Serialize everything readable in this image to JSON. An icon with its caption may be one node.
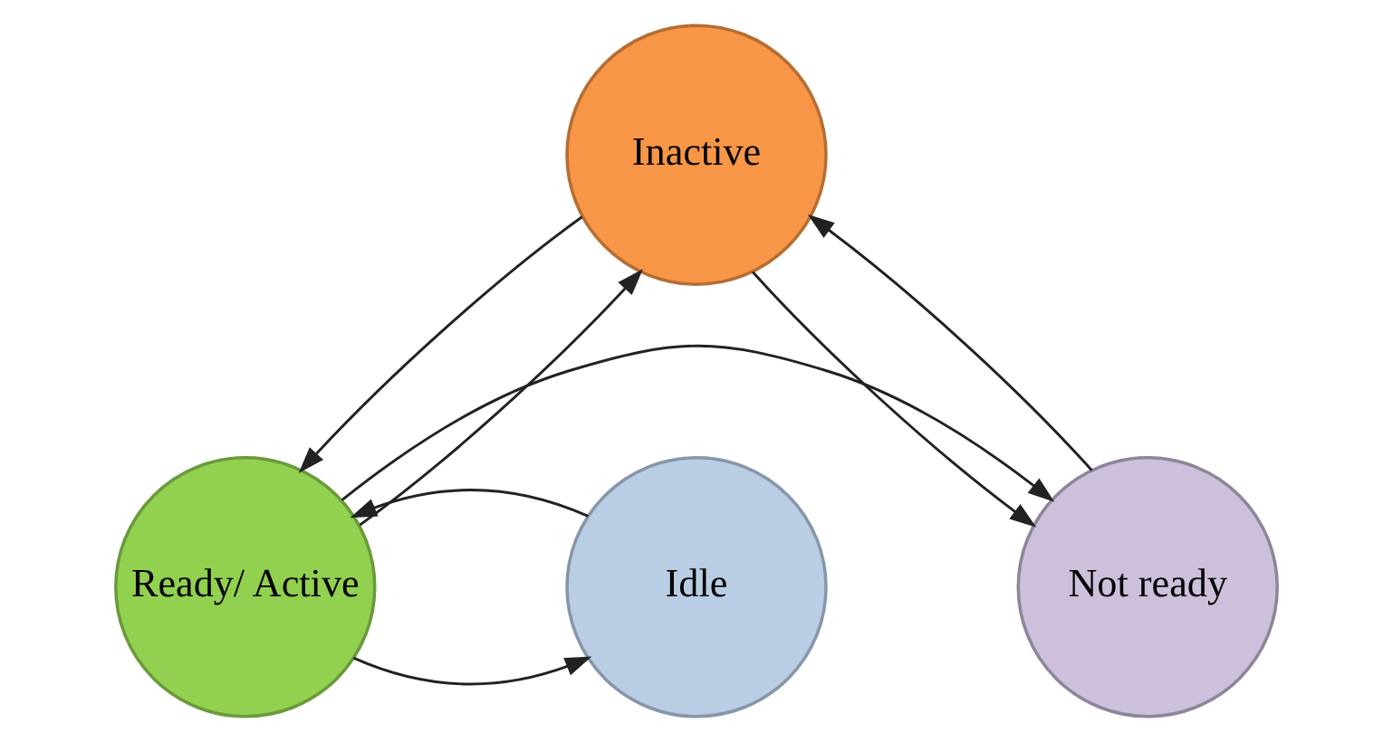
{
  "diagram": {
    "nodes": [
      {
        "text": [
          "Inactive"
        ]
      },
      {
        "text": [
          "Not ready"
        ]
      },
      {
        "text": [
          "Ready/ Active"
        ]
      },
      {
        "text": [
          "Idle"
        ]
      }
    ],
    "edges": [
      {
        "from": 0,
        "to": 1,
        "arrow": "to"
      },
      {
        "from": 1,
        "to": 0,
        "arrow": "to"
      },
      {
        "from": 2,
        "to": 0,
        "arrow": "to"
      },
      {
        "from": 0,
        "to": 2,
        "arrow": "to"
      },
      {
        "from": 2,
        "to": 1,
        "arrow": "to"
      },
      {
        "from": 2,
        "to": 3,
        "arrow": "to"
      },
      {
        "from": 3,
        "to": 2,
        "arrow": "to"
      }
    ]
  }
}
